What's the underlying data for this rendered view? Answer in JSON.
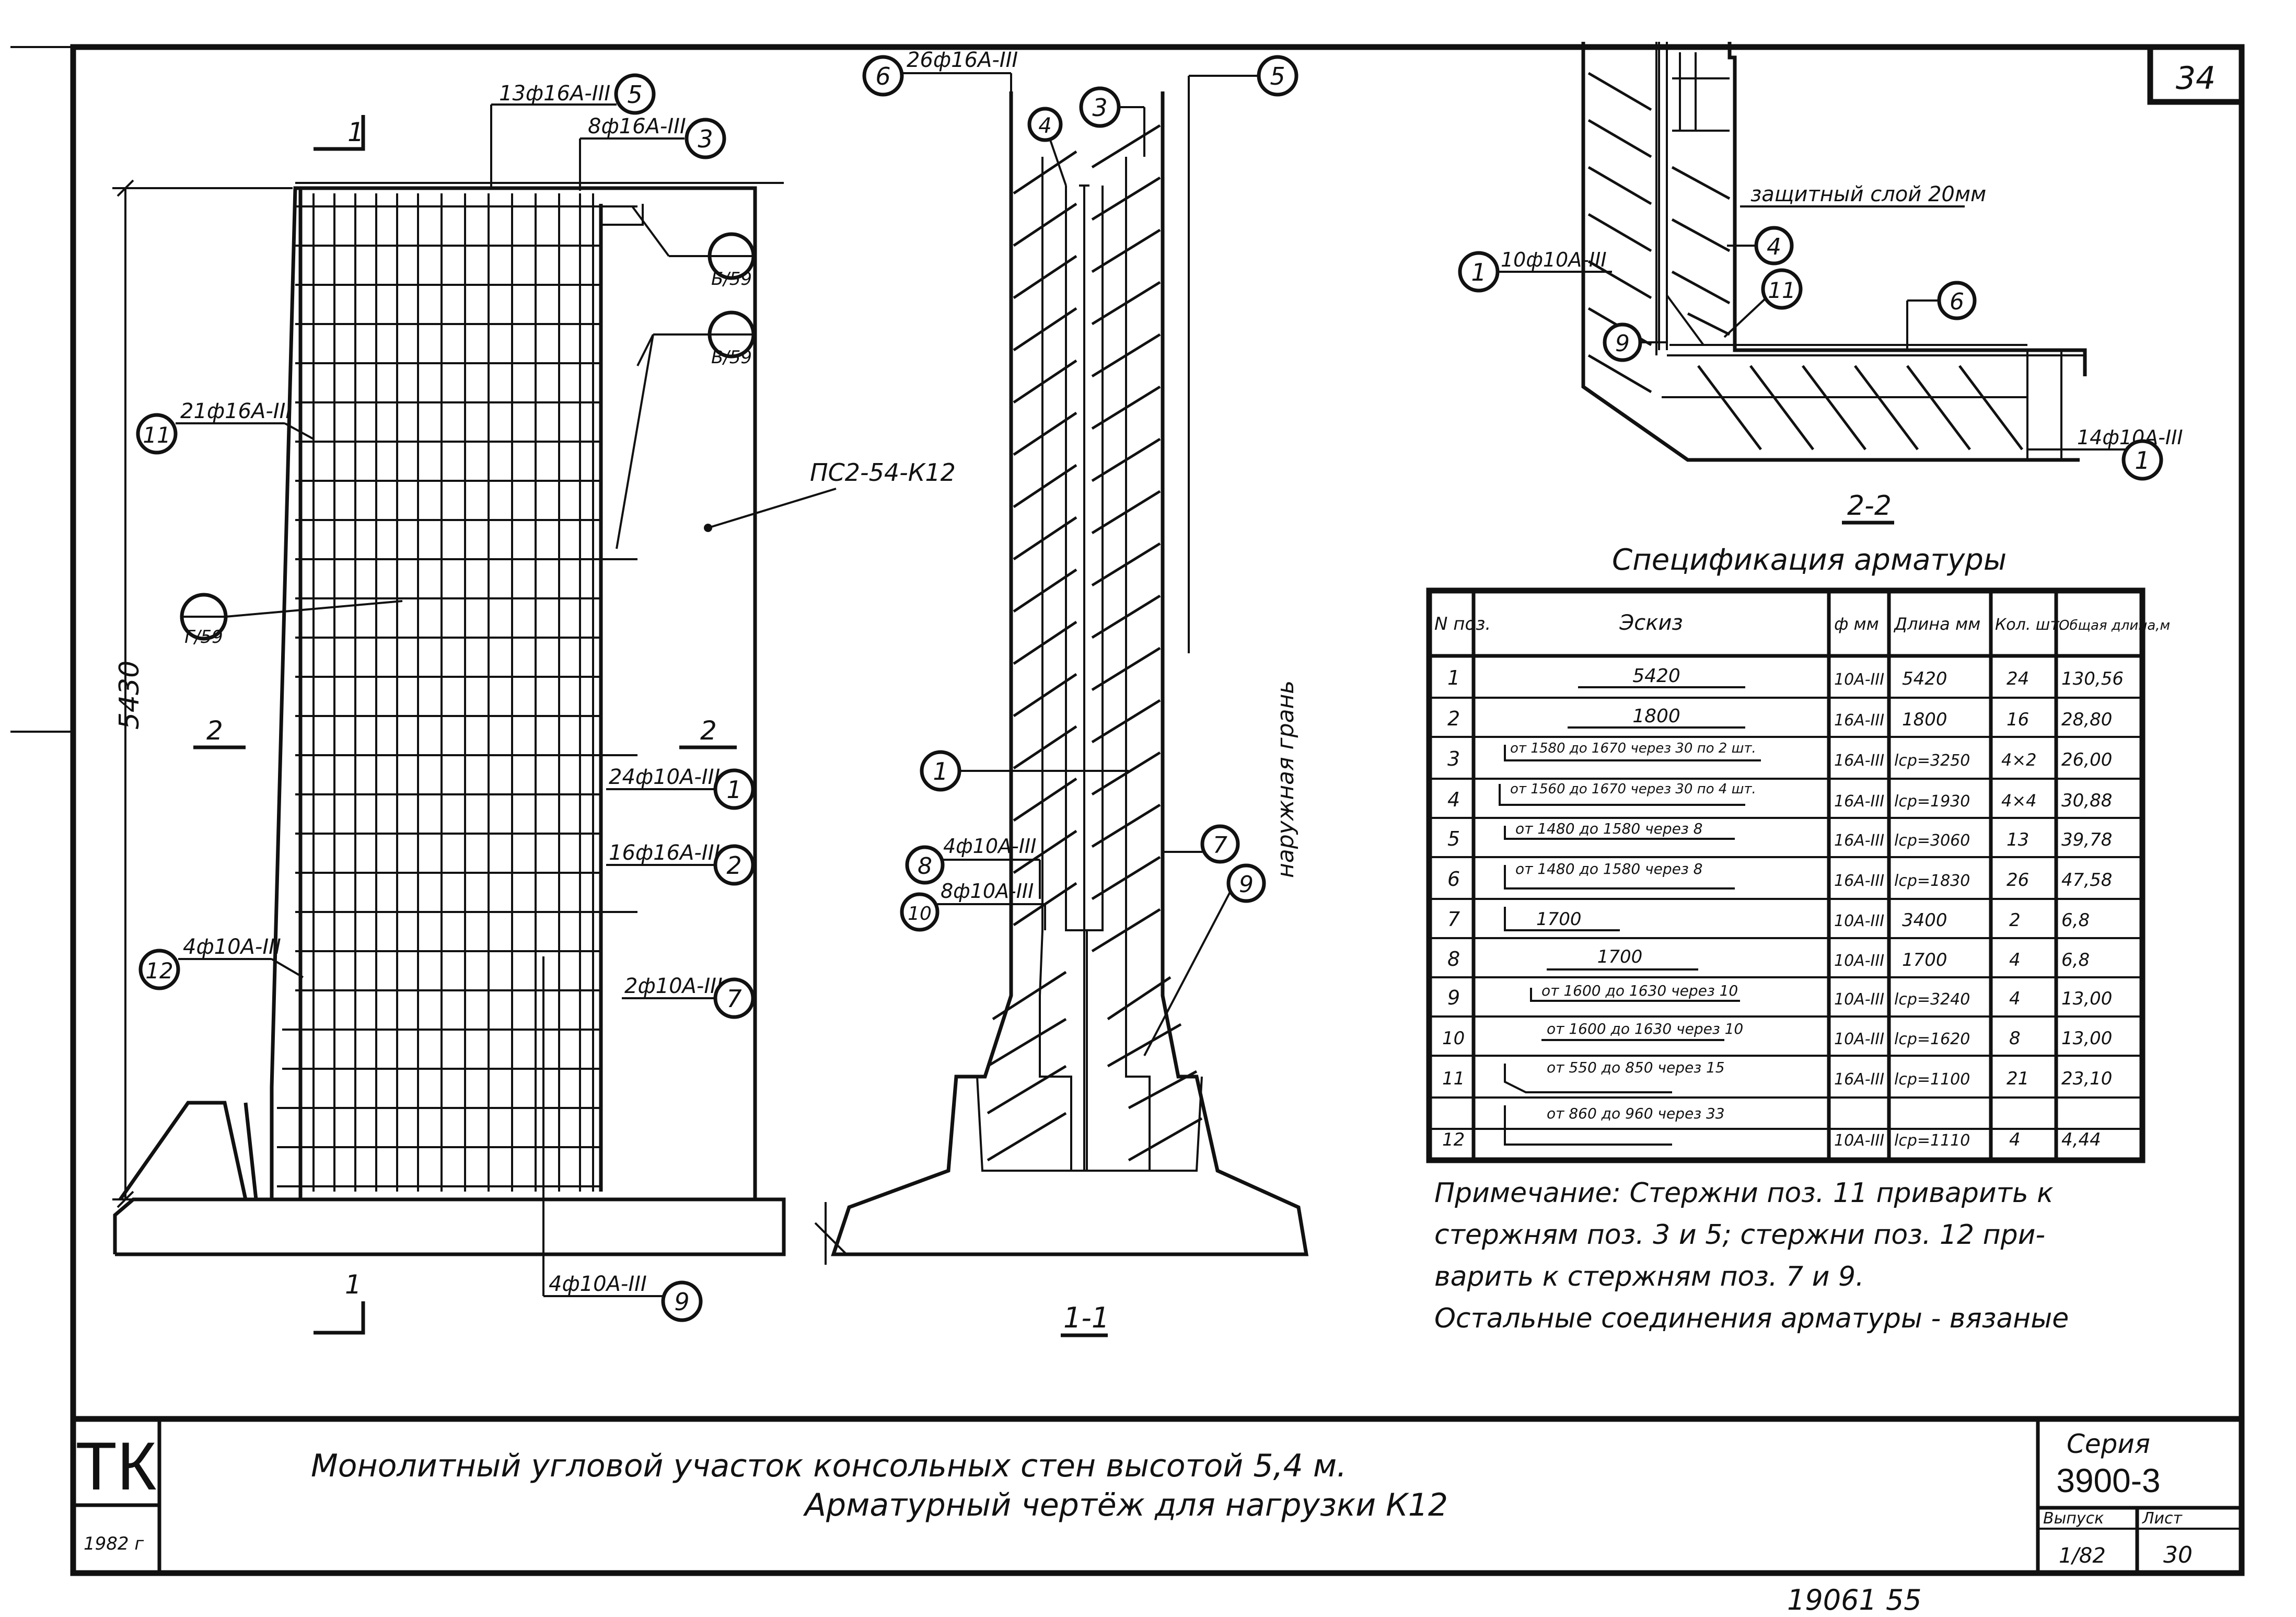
{
  "sheet_number_top": "34",
  "stamp": {
    "logo": "ТК",
    "year": "1982 г",
    "title_line1": "Монолитный угловой участок консольных стен высотой 5,4 м.",
    "title_line2": "Арматурный чертёж для нагрузки К12",
    "series_label": "Серия",
    "series_value": "3900-3",
    "issue_label": "Выпуск",
    "issue_value": "1/82",
    "sheet_label": "Лист",
    "sheet_value": "30"
  },
  "footer_code": "19061  55",
  "elevation": {
    "dimension": "5430",
    "panel_label": "ПС2-54-К12",
    "section_mark_top": "1",
    "section_mark_bottom": "1",
    "section_mark_left": "2",
    "section_mark_right": "2",
    "callouts": [
      {
        "num": "5",
        "text": "13ф16А-III"
      },
      {
        "num": "3",
        "text": "8ф16А-III"
      },
      {
        "num": "Б/59",
        "text": ""
      },
      {
        "num": "В/59",
        "text": ""
      },
      {
        "num": "11",
        "text": "21ф16А-III"
      },
      {
        "num": "Г/59",
        "text": ""
      },
      {
        "num": "1",
        "text": "24ф10А-III"
      },
      {
        "num": "2",
        "text": "16ф16А-III"
      },
      {
        "num": "7",
        "text": "2ф10А-III"
      },
      {
        "num": "12",
        "text": "4ф10А-III"
      },
      {
        "num": "9",
        "text": "4ф10А-III"
      }
    ]
  },
  "section11": {
    "label": "1-1",
    "side_label": "наружная грань",
    "callouts": [
      {
        "num": "6",
        "text": "26ф16А-III"
      },
      {
        "num": "4",
        "text": ""
      },
      {
        "num": "3",
        "text": ""
      },
      {
        "num": "5",
        "text": ""
      },
      {
        "num": "1",
        "text": ""
      },
      {
        "num": "8",
        "text": "4ф10А-III"
      },
      {
        "num": "10",
        "text": "8ф10А-III"
      },
      {
        "num": "7",
        "text": ""
      },
      {
        "num": "9",
        "text": ""
      }
    ]
  },
  "section22": {
    "label": "2-2",
    "protective_layer": "защитный слой 20мм",
    "callouts": [
      {
        "num": "1",
        "text": "10ф10А-III"
      },
      {
        "num": "4",
        "text": ""
      },
      {
        "num": "11",
        "text": ""
      },
      {
        "num": "6",
        "text": ""
      },
      {
        "num": "9",
        "text": ""
      },
      {
        "num": "1",
        "text": "14ф10А-III"
      }
    ]
  },
  "spec": {
    "title": "Спецификация арматуры",
    "headers": [
      "N поз.",
      "Эскиз",
      "ф мм",
      "Длина мм",
      "Кол. шт.",
      "Общая длина,м"
    ],
    "rows": [
      [
        "1",
        "5420",
        "10А-III",
        "5420",
        "24",
        "130,56"
      ],
      [
        "2",
        "1800",
        "16А-III",
        "1800",
        "16",
        "28,80"
      ],
      [
        "3",
        "от 1580 до 1670 через 30 по 2 шт.",
        "16А-III",
        "lср=3250",
        "4×2",
        "26,00"
      ],
      [
        "4",
        "от 1560 до 1670 через 30 по 4 шт.",
        "16А-III",
        "lср=1930",
        "4×4",
        "30,88"
      ],
      [
        "5",
        "от 1480 до 1580 через 8",
        "16А-III",
        "lср=3060",
        "13",
        "39,78"
      ],
      [
        "6",
        "от 1480 до 1580 через 8",
        "16А-III",
        "lср=1830",
        "26",
        "47,58"
      ],
      [
        "7",
        "1700",
        "10А-III",
        "3400",
        "2",
        "6,8"
      ],
      [
        "8",
        "1700",
        "10А-III",
        "1700",
        "4",
        "6,8"
      ],
      [
        "9",
        "от 1600 до 1630 через 10",
        "10А-III",
        "lср=3240",
        "4",
        "13,00"
      ],
      [
        "10",
        "от 1600 до 1630 через 10",
        "10А-III",
        "lср=1620",
        "8",
        "13,00"
      ],
      [
        "11",
        "от 550 до 850 через 15",
        "16А-III",
        "lср=1100",
        "21",
        "23,10"
      ],
      [
        "12",
        "от 860 до 960 через 33",
        "10А-III",
        "lср=1110",
        "4",
        "4,44"
      ]
    ]
  },
  "note": {
    "line1": "Примечание: Стержни поз. 11 приварить к",
    "line2": "стержням поз. 3 и 5; стержни поз. 12 при-",
    "line3": "варить к стержням поз. 7 и 9.",
    "line4": "Остальные соединения арматуры - вязаные"
  }
}
